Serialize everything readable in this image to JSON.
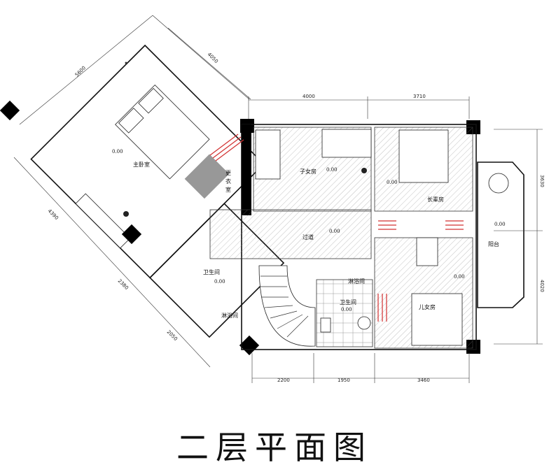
{
  "title": "二层平面图",
  "rooms": {
    "master_bedroom": "主卧室",
    "dressing_room": [
      "更",
      "衣",
      "室"
    ],
    "daughter_room": "子女房",
    "elder_room": "长辈房",
    "corridor": "过道",
    "balcony": "阳台",
    "bath_left": "卫生间",
    "shower_left": "淋浴间",
    "shower_mid": "淋浴间",
    "bath_mid": "卫生间",
    "girl_room": "儿女房"
  },
  "levels": {
    "master": "0.00",
    "daughter": "0.00",
    "elder": "0.00",
    "corridor": "0.00",
    "balcony": "0.00",
    "bath_left": "0.00",
    "girl": "0.00",
    "bath_mid": "0.00"
  },
  "dimensions": {
    "top_left": "4000",
    "top_right": "3710",
    "bottom_1": "2200",
    "bottom_2": "1950",
    "bottom_3": "3460",
    "right_upper": "3630",
    "right_lower": "4020",
    "diag_top_a": "5600",
    "diag_top_b": "4050",
    "diag_left_a": "4390",
    "diag_left_b": "2380",
    "diag_left_c": "2050"
  }
}
